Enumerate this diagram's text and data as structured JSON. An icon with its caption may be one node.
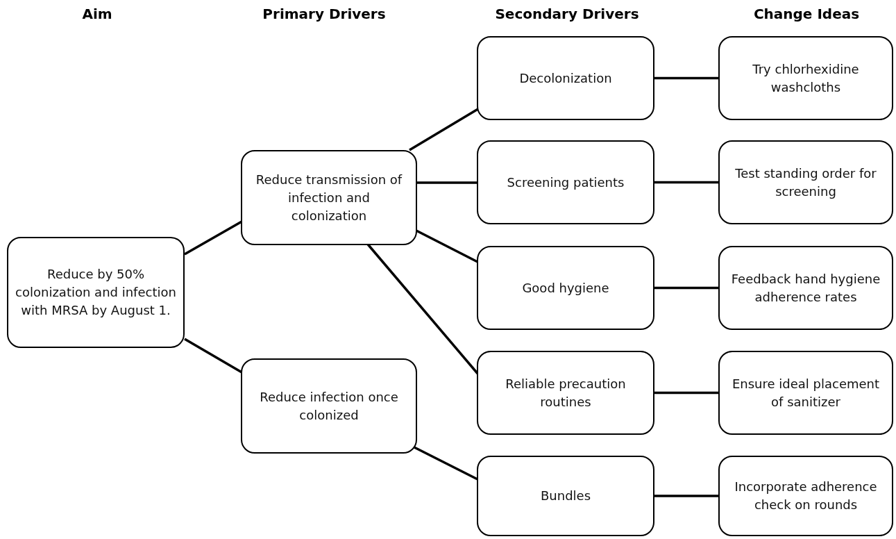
{
  "diagram": {
    "nodes": [
      {
        "text": [
          "Reduce by 50% colonization and infection with MRSA by August 1."
        ]
      },
      {
        "text": [
          "Reduce transmission of infection and colonization"
        ]
      },
      {
        "text": [
          "Reduce infection once colonized"
        ]
      },
      {
        "text": [
          "Decolonization"
        ]
      },
      {
        "text": [
          "Screening patients"
        ]
      },
      {
        "text": [
          "Good hygiene"
        ]
      },
      {
        "text": [
          "Reliable precaution routines"
        ]
      },
      {
        "text": [
          "Bundles"
        ]
      },
      {
        "text": [
          "Try chlorhexidine washcloths"
        ]
      },
      {
        "text": [
          "Test standing order for screening"
        ]
      },
      {
        "text": [
          "Feedback hand hygiene adherence rates"
        ]
      },
      {
        "text": [
          "Ensure ideal placement of sanitizer"
        ]
      },
      {
        "text": [
          "Incorporate adherence check on rounds"
        ]
      }
    ],
    "edges": [
      {
        "from": 0,
        "to": 1,
        "arrow": "none"
      },
      {
        "from": 0,
        "to": 2,
        "arrow": "none"
      },
      {
        "from": 1,
        "to": 3,
        "arrow": "none"
      },
      {
        "from": 1,
        "to": 4,
        "arrow": "none"
      },
      {
        "from": 1,
        "to": 5,
        "arrow": "none"
      },
      {
        "from": 1,
        "to": 6,
        "arrow": "none"
      },
      {
        "from": 2,
        "to": 7,
        "arrow": "none"
      },
      {
        "from": 3,
        "to": 8,
        "arrow": "none"
      },
      {
        "from": 4,
        "to": 9,
        "arrow": "none"
      },
      {
        "from": 5,
        "to": 10,
        "arrow": "none"
      },
      {
        "from": 6,
        "to": 11,
        "arrow": "none"
      },
      {
        "from": 7,
        "to": 12,
        "arrow": "none"
      }
    ],
    "labels": [
      "Aim",
      "Primary Drivers",
      "Secondary Drivers",
      "Change Ideas"
    ]
  }
}
